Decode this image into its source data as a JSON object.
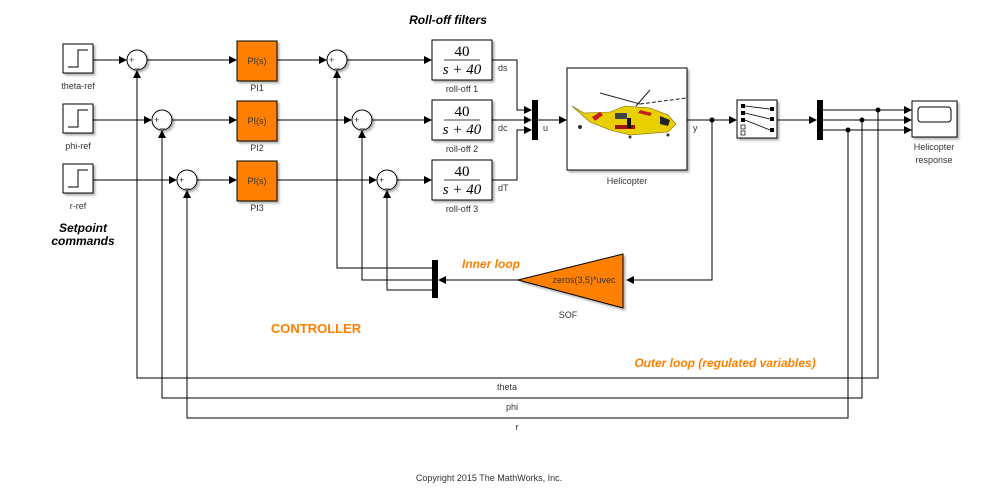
{
  "titles": {
    "rolloff_filters": "Roll-off filters",
    "setpoint_line1": "Setpoint",
    "setpoint_line2": "commands",
    "inner_loop": "Inner loop",
    "controller": "CONTROLLER",
    "outer_loop": "Outer loop (regulated variables)",
    "copyright": "Copyright 2015 The MathWorks, Inc."
  },
  "colors": {
    "accent": "#ff8000",
    "block_orange": "#ff8000",
    "helicopter_yellow": "#e8d000"
  },
  "steps": [
    {
      "label": "theta-ref"
    },
    {
      "label": "phi-ref"
    },
    {
      "label": "r-ref"
    }
  ],
  "pi_blocks": [
    {
      "text": "PI(s)",
      "label": "PI1"
    },
    {
      "text": "PI(s)",
      "label": "PI2"
    },
    {
      "text": "PI(s)",
      "label": "PI3"
    }
  ],
  "rolloff": [
    {
      "num": "40",
      "den": "s + 40",
      "label": "roll-off 1",
      "signal": "ds"
    },
    {
      "num": "40",
      "den": "s + 40",
      "label": "roll-off 2",
      "signal": "dc"
    },
    {
      "num": "40",
      "den": "s + 40",
      "label": "roll-off 3",
      "signal": "dT"
    }
  ],
  "sum_signs": {
    "plus": "+",
    "minus": "_"
  },
  "mux_signal": "u",
  "plant": {
    "label": "Helicopter",
    "output_signal": "y"
  },
  "scope": {
    "label_line1": "Helicopter",
    "label_line2": "response"
  },
  "sof": {
    "text": "zeros(3,5)*uvec",
    "label": "SOF"
  },
  "feedback_signals": [
    "theta",
    "phi",
    "r"
  ]
}
